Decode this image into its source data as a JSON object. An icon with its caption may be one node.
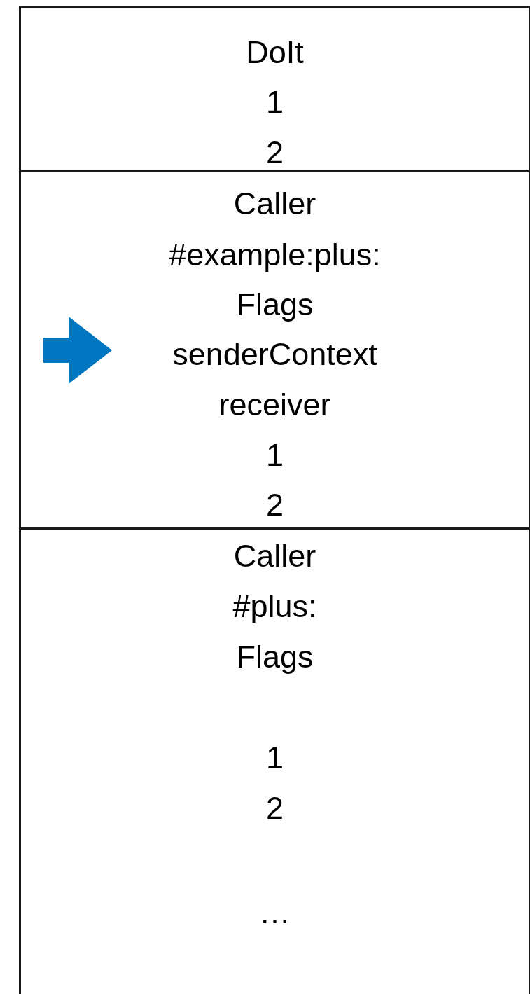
{
  "diagram": {
    "nodes": [
      {
        "text": [
          "DoIt",
          "1",
          "2"
        ]
      },
      {
        "text": [
          "Caller",
          "#example:plus:",
          "Flags",
          "senderContext",
          "receiver",
          "1",
          "2"
        ]
      },
      {
        "text": [
          "Caller",
          "#plus:",
          "Flags",
          "1",
          "2",
          "…"
        ]
      }
    ],
    "edges": [
      {
        "from": null,
        "to": 1,
        "arrow": "to"
      }
    ]
  }
}
